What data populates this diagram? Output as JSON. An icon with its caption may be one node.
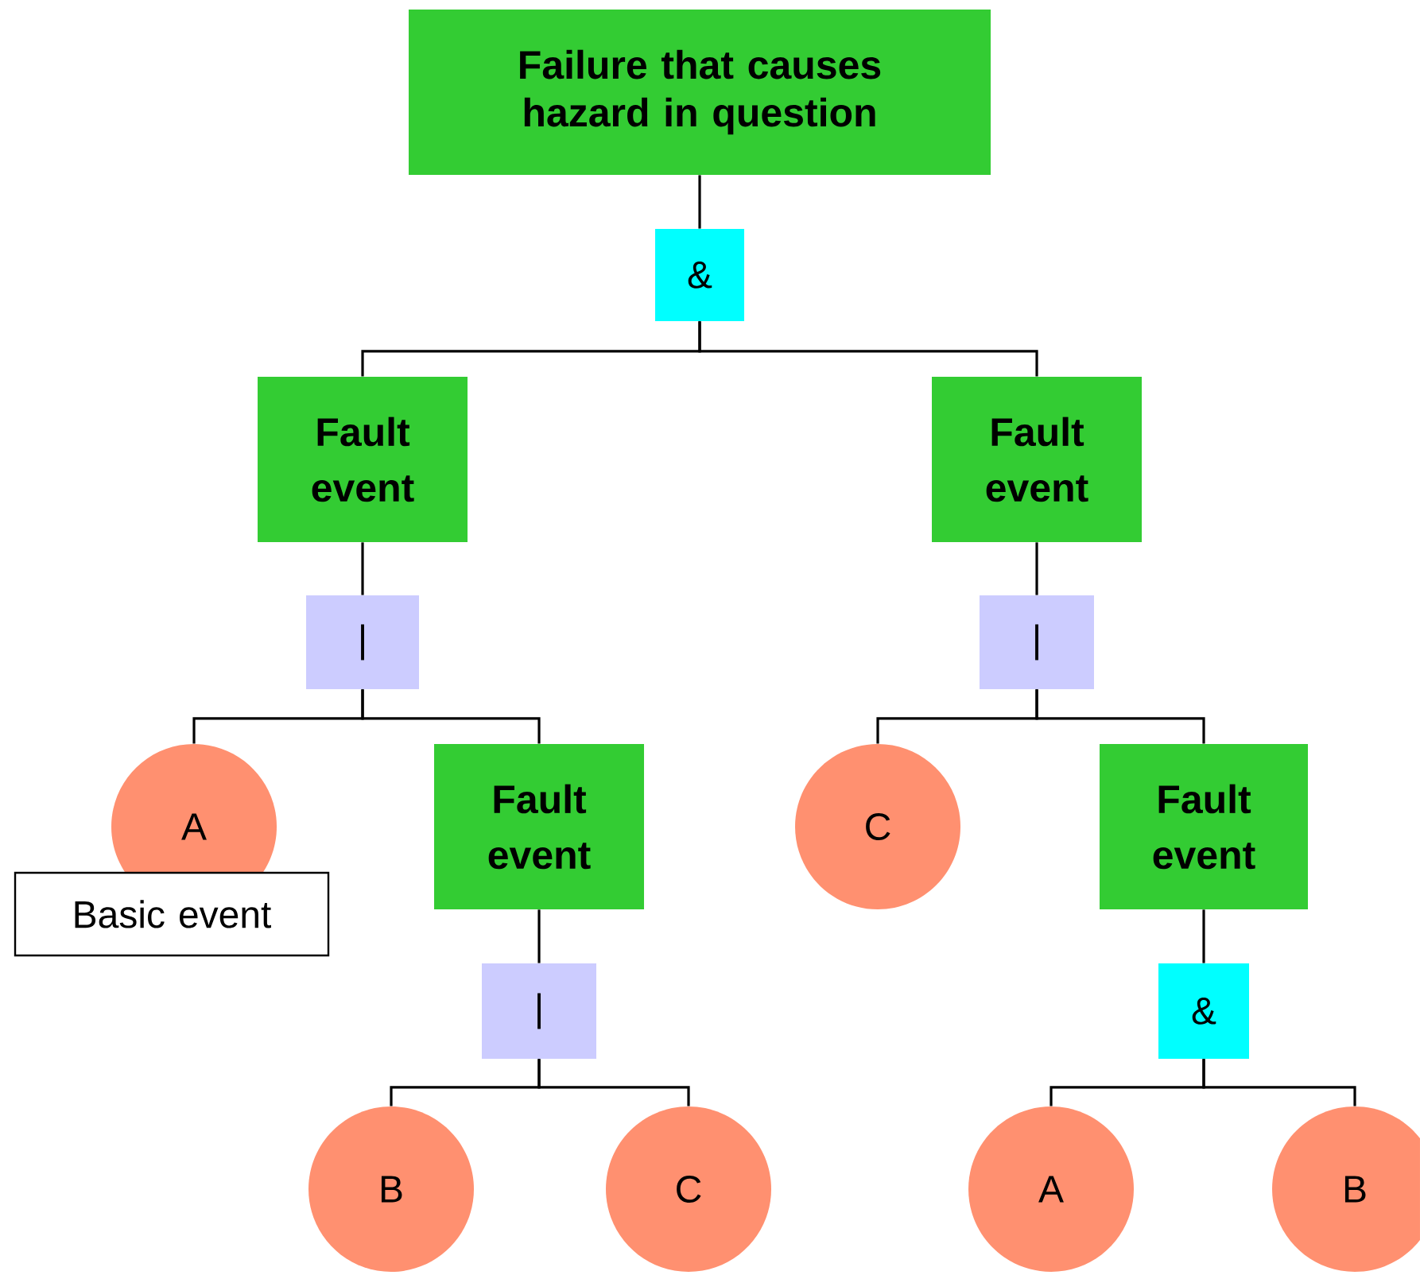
{
  "diagram": {
    "nodes": [
      {
        "text": [
          "Failure that causes hazard in question"
        ]
      },
      {
        "text": [
          "&"
        ]
      },
      {
        "text": [
          "Fault event"
        ]
      },
      {
        "text": [
          "Fault event"
        ]
      },
      {
        "text": [
          "|"
        ]
      },
      {
        "text": [
          "|"
        ]
      },
      {
        "text": [
          "A"
        ]
      },
      {
        "text": [
          "Fault event"
        ]
      },
      {
        "text": [
          "C"
        ]
      },
      {
        "text": [
          "Fault event"
        ]
      },
      {
        "text": [
          "|"
        ]
      },
      {
        "text": [
          "&"
        ]
      },
      {
        "text": [
          "B"
        ]
      },
      {
        "text": [
          "C"
        ]
      },
      {
        "text": [
          "A"
        ]
      },
      {
        "text": [
          "B"
        ]
      },
      {
        "text": [
          "Basic event"
        ]
      }
    ],
    "edges": [
      {
        "from": 0,
        "to": 1,
        "arrow": "none"
      },
      {
        "from": 1,
        "to": 2,
        "arrow": "none"
      },
      {
        "from": 1,
        "to": 3,
        "arrow": "none"
      },
      {
        "from": 2,
        "to": 4,
        "arrow": "none"
      },
      {
        "from": 3,
        "to": 5,
        "arrow": "none"
      },
      {
        "from": 4,
        "to": 6,
        "arrow": "none"
      },
      {
        "from": 4,
        "to": 7,
        "arrow": "none"
      },
      {
        "from": 5,
        "to": 8,
        "arrow": "none"
      },
      {
        "from": 5,
        "to": 9,
        "arrow": "none"
      },
      {
        "from": 7,
        "to": 10,
        "arrow": "none"
      },
      {
        "from": 9,
        "to": 11,
        "arrow": "none"
      },
      {
        "from": 10,
        "to": 12,
        "arrow": "none"
      },
      {
        "from": 10,
        "to": 13,
        "arrow": "none"
      },
      {
        "from": 11,
        "to": 14,
        "arrow": "none"
      },
      {
        "from": 11,
        "to": 15,
        "arrow": "none"
      }
    ]
  }
}
